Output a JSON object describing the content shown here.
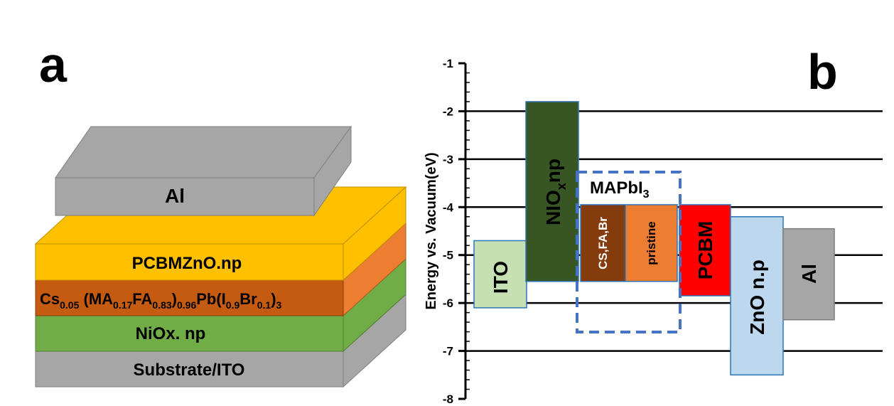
{
  "panel_a": {
    "label": "a",
    "layers": {
      "al": "Al",
      "pcbm": "PCBMZnO.np",
      "perovskite": {
        "segments": [
          {
            "t": "Cs",
            "s": false
          },
          {
            "t": "0.05",
            "s": true
          },
          {
            "t": " (MA",
            "s": false
          },
          {
            "t": "0.17",
            "s": true
          },
          {
            "t": "FA",
            "s": false
          },
          {
            "t": "0.83",
            "s": true
          },
          {
            "t": ")",
            "s": false
          },
          {
            "t": "0.96",
            "s": true
          },
          {
            "t": "Pb(I",
            "s": false
          },
          {
            "t": "0.9",
            "s": true
          },
          {
            "t": "Br",
            "s": false
          },
          {
            "t": "0.1",
            "s": true
          },
          {
            "t": ")",
            "s": false
          },
          {
            "t": "3",
            "s": true
          }
        ]
      },
      "nio": "NiOx. np",
      "substrate": "Substrate/ITO"
    }
  },
  "panel_b": {
    "label": "b",
    "ylabel": "Energy vs. Vacuum(eV)",
    "y_ticks": [
      "-1",
      "-2",
      "-3",
      "-4",
      "-5",
      "-6",
      "-7",
      "-8"
    ],
    "group_label": {
      "main": "MAPbI",
      "sub": "3"
    },
    "bars": {
      "ito": {
        "label": "ITO",
        "top": -4.7,
        "bottom": -6.1,
        "color": "#c6e0b4"
      },
      "nio": {
        "main": "NIO",
        "sub": "x",
        "tail": "np",
        "top": -1.8,
        "bottom": -5.55,
        "color": "#375623"
      },
      "csfabr": {
        "label": "CS,FA,Br",
        "top": -3.95,
        "bottom": -5.55,
        "color": "#843c0c"
      },
      "pristine": {
        "label": "pristine",
        "top": -3.95,
        "bottom": -5.55,
        "color": "#ed7d31"
      },
      "pcbm": {
        "label": "PCBM",
        "top": -3.95,
        "bottom": -5.85,
        "color": "#ff0000"
      },
      "zno": {
        "label": "ZnO n.p",
        "top": -4.2,
        "bottom": -7.5,
        "color": "#bdd7ee"
      },
      "al": {
        "label": "Al",
        "top": -4.45,
        "bottom": -6.35,
        "color": "#a6a6a6"
      }
    }
  }
}
